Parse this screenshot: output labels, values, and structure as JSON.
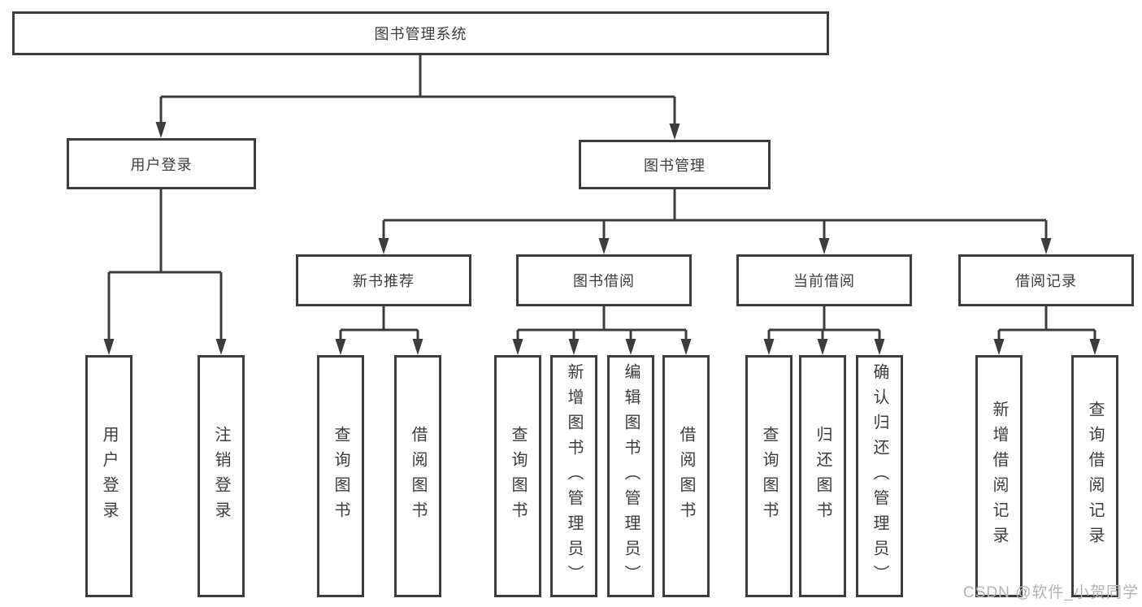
{
  "tree": {
    "root": {
      "label": "图书管理系统"
    },
    "level2": [
      {
        "label": "用户登录",
        "children": [
          {
            "label": "用户登录"
          },
          {
            "label": "注销登录"
          }
        ]
      },
      {
        "label": "图书管理",
        "children": [
          {
            "label": "新书推荐",
            "children": [
              {
                "label": "查询图书"
              },
              {
                "label": "借阅图书"
              }
            ]
          },
          {
            "label": "图书借阅",
            "children": [
              {
                "label": "查询图书"
              },
              {
                "label": "新增图书（管理员）"
              },
              {
                "label": "编辑图书（管理员）"
              },
              {
                "label": "借阅图书"
              }
            ]
          },
          {
            "label": "当前借阅",
            "children": [
              {
                "label": "查询图书"
              },
              {
                "label": "归还图书"
              },
              {
                "label": "确认归还（管理员）"
              }
            ]
          },
          {
            "label": "借阅记录",
            "children": [
              {
                "label": "新增借阅记录"
              },
              {
                "label": "查询借阅记录"
              }
            ]
          }
        ]
      }
    ]
  },
  "colors": {
    "ink": "#3c3c3c",
    "watermark": "#b4b4b4"
  },
  "watermark": {
    "text": "CSDN @软件_小贺同学"
  }
}
